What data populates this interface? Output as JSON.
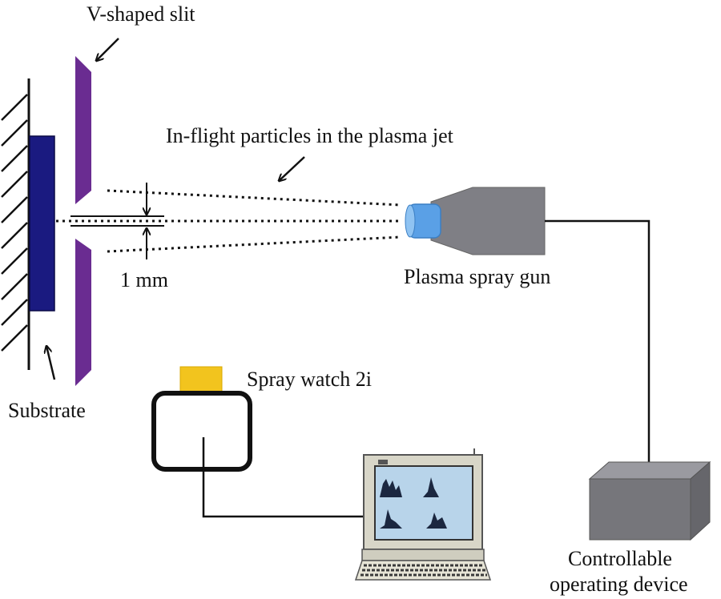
{
  "labels": {
    "v_slit": "V-shaped slit",
    "in_flight": "In-flight particles in the plasma jet",
    "gap": "1 mm",
    "gun": "Plasma spray gun",
    "spray_watch": "Spray watch 2i",
    "substrate": "Substrate",
    "controller_line1": "Controllable",
    "controller_line2": "operating device"
  },
  "colors": {
    "substrate": "#1a1a80",
    "slit": "#6a2c91",
    "gun_body": "#7f7f85",
    "gun_nozzle": "#5aa0e6",
    "camera_sensor": "#f2c41e",
    "controller": "#76767b",
    "monitor_screen": "#b8d4ea",
    "line": "#111111"
  },
  "icons": {
    "computer": "desktop-computer-icon",
    "camera": "camera-icon"
  }
}
